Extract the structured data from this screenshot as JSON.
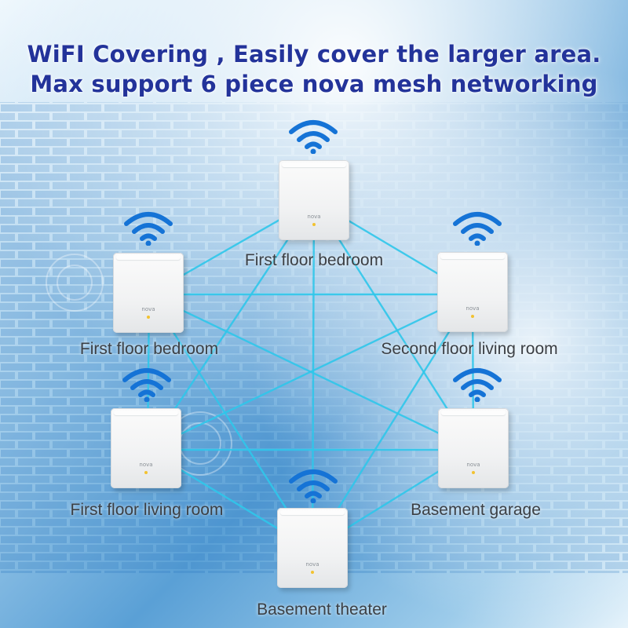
{
  "headline": {
    "line1": "WiFI Covering , Easily cover the larger area.",
    "line2": "Max support 6 piece nova mesh networking"
  },
  "device": {
    "brand": "nova",
    "icon": "wifi-icon"
  },
  "nodes": [
    {
      "name": "top",
      "label": "First floor bedroom"
    },
    {
      "name": "upper-left",
      "label": "First floor bedroom"
    },
    {
      "name": "upper-right",
      "label": "Second floor living room"
    },
    {
      "name": "lower-left",
      "label": "First floor living room"
    },
    {
      "name": "lower-right",
      "label": "Basement garage"
    },
    {
      "name": "bottom",
      "label": "Basement theater"
    }
  ],
  "colors": {
    "headline": "#23339a",
    "mesh_line": "#2fc6ea",
    "wifi_icon": "#1573d6",
    "led": "#f2c230"
  }
}
